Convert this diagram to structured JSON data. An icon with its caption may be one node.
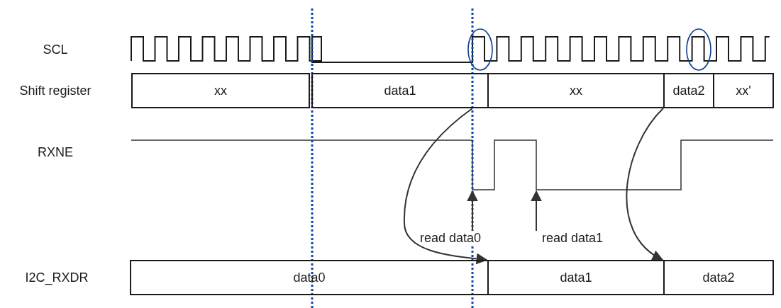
{
  "diagram": {
    "nodes": [
      {
        "text": [
          "xx"
        ]
      },
      {
        "text": [
          "data1"
        ]
      },
      {
        "text": [
          "xx"
        ]
      },
      {
        "text": [
          "data2"
        ]
      },
      {
        "text": [
          "xx'"
        ]
      },
      {
        "text": [
          "data0"
        ]
      },
      {
        "text": [
          "data1"
        ]
      },
      {
        "text": [
          "data2"
        ]
      },
      {
        "text": [
          "read data0"
        ]
      },
      {
        "text": [
          "read data1"
        ]
      }
    ],
    "edges": [
      {
        "from": 1,
        "to": 6,
        "arrow": "to"
      },
      {
        "from": 3,
        "to": 7,
        "arrow": "to"
      },
      {
        "from": 8,
        "to": null,
        "arrow": "to"
      },
      {
        "from": 9,
        "to": null,
        "arrow": "to"
      }
    ],
    "labels": [
      "SCL",
      "Shift register",
      "RXNE",
      "I2C_RXDR"
    ]
  }
}
